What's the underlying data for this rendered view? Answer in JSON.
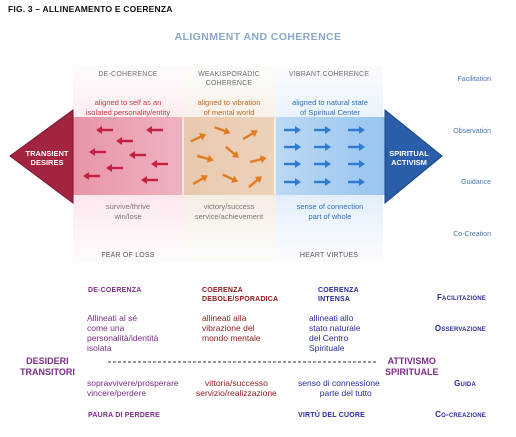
{
  "fig_title": "FIG. 3 – ALLINEAMENTO E COERENZA",
  "title": "ALIGNMENT AND COHERENCE",
  "diagram": {
    "left_arrow": [
      "TRANSIENT",
      "DESIRES"
    ],
    "right_arrow": [
      "SPIRITUAL",
      "ACTIVISM"
    ],
    "zones": [
      {
        "header": [
          "DE-COHERENCE"
        ],
        "top": [
          "aligned to self as an",
          "isolated personality/entity"
        ],
        "bottom": [
          "survive/thrive",
          "win/lose"
        ],
        "arrow_color": "#c4203f"
      },
      {
        "header": [
          "WEAK/SPORADIC",
          "COHERENCE"
        ],
        "top": [
          "aligned to vibration",
          "of mental world"
        ],
        "bottom": [
          "victory/success",
          "service/achievement"
        ],
        "arrow_color": "#e07b22"
      },
      {
        "header": [
          "VIBRANT COHERENCE"
        ],
        "top": [
          "aligned to natural state",
          "of Spiritual Center"
        ],
        "bottom": [
          "sense of connection",
          "part of whole"
        ],
        "arrow_color": "#2f7bd0"
      }
    ],
    "fear_label": "FEAR OF LOSS",
    "virtues_label": "HEART VIRTUES",
    "right_labels": [
      "Facilitation",
      "Observation",
      "Guidance",
      "Co-Creation"
    ]
  },
  "italian": {
    "headers": [
      [
        "DE-COERENZA"
      ],
      [
        "COERENZA",
        "DEBOLE/SPORADICA"
      ],
      [
        "COERENZA",
        "INTENSA"
      ]
    ],
    "tops": [
      [
        "Allineati al sé",
        "come una",
        "personalità/identità",
        "isolata"
      ],
      [
        "allineati alla",
        "vibrazione del",
        "mondo mentale"
      ],
      [
        "allineati allo",
        "stato naturale",
        "del Centro",
        "Spirituale"
      ]
    ],
    "bottoms": [
      [
        "sopravvivere/prosperare",
        "vincere/perdere"
      ],
      [
        "vittoria/successo",
        "servizio/realizzazione"
      ],
      [
        "senso di connessione",
        "parte del tutto"
      ]
    ],
    "left_label": [
      "DESIDERI",
      "TRANSITORI"
    ],
    "right_label": [
      "ATTIVISMO",
      "SPIRITUALE"
    ],
    "fear": "PAURA DI PERDERE",
    "virtues": "VIRTÙ DEL CUORE",
    "right_col": [
      "Facilitazione",
      "Osservazione",
      "Guida",
      "Co-creazione"
    ]
  }
}
